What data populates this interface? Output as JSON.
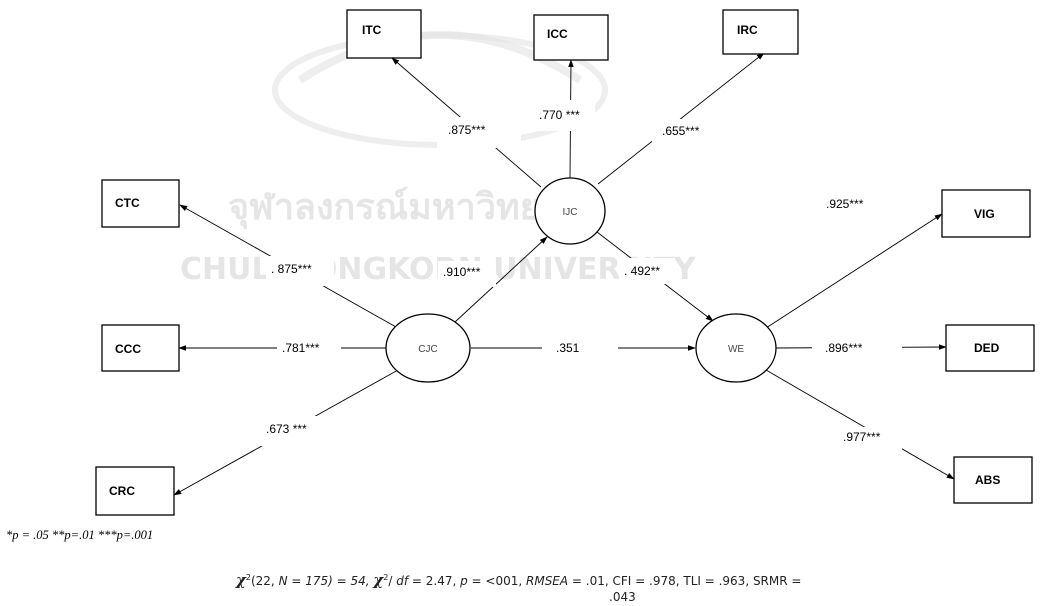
{
  "watermark": {
    "thai_text": "จุฬาลงกรณ์มหาวิทยาลัย",
    "latin_text": "CHULALONGKORN UNIVERSITY"
  },
  "observed": {
    "itc": "ITC",
    "icc": "ICC",
    "irc": "IRC",
    "ctc": "CTC",
    "ccc": "CCC",
    "crc": "CRC",
    "vig": "VIG",
    "ded": "DED",
    "abs": "ABS"
  },
  "latent": {
    "ijc": "IJC",
    "cjc": "CJC",
    "we": "WE"
  },
  "coefficients": {
    "ijc_itc": ".875***",
    "ijc_icc": ".770 ***",
    "ijc_irc": ".655***",
    "cjc_ctc": ". 875***",
    "cjc_ccc": ".781***",
    "cjc_crc": ".673 ***",
    "cjc_ijc": ".910***",
    "ijc_we": ". 492**",
    "cjc_we": ".351",
    "we_vig": ".925***",
    "we_ded": ".896***",
    "we_abs": ".977***"
  },
  "significance_note": "*p = .05 **p=.01 ***p=.001",
  "fit": {
    "chi_symbol": "χ",
    "sq": "2",
    "df_args": "(22, ",
    "n_eq": "N = 175) = 54, ",
    "ratio_sep": "/ ",
    "df": "df",
    "ratio_val": " = 2.47, ",
    "p": "p",
    "p_val": " = <001, ",
    "rmsea": "RMSEA",
    "rest": " = .01, CFI = .978, TLI = .963, SRMR =",
    "line2": ".043"
  }
}
